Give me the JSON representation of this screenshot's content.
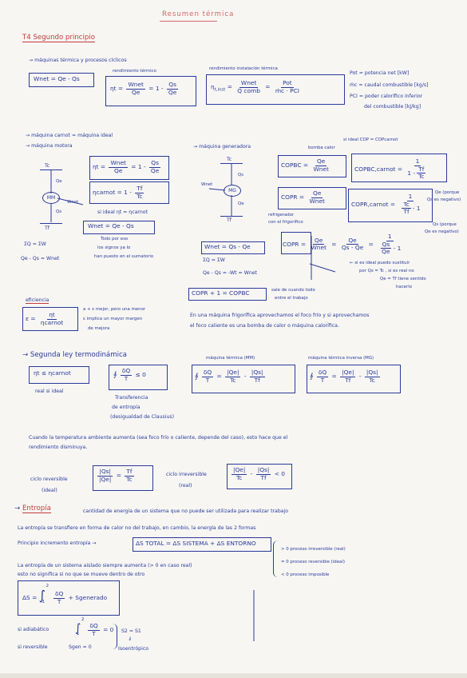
{
  "title": "Resumen térmica",
  "s1": {
    "heading": "T4 Segundo principio",
    "maquinas": "→ máquinas térmica y procesos cíclicos",
    "wnet": "Wnet = Qe - Qs",
    "rend_label": "rendimiento térmico",
    "rend_eq": [
      "ηt =",
      "Wnet",
      "Qe",
      "= 1 -",
      "Qs",
      "Qe"
    ],
    "inst_label": "rendimiento instalación térmica",
    "inst_eq": [
      "η",
      "t,inst",
      "=",
      "Wnet",
      "Q comb",
      "=",
      "Pot",
      "ṁc · PCI"
    ],
    "notes": [
      "Pot = potencia net [kW]",
      "ṁc = caudal combustible [kg/s]",
      "PCI = poder calorífico inferior",
      "del combustible [kJ/kg]"
    ]
  },
  "s2": {
    "carnot": "→ máquina carnot = máquina ideal",
    "motora": "→ máquina motora",
    "tc": "Tc",
    "tf": "Tf",
    "mm": "MM",
    "qe": "Qe",
    "qs": "Qs",
    "wnet": "Wnet",
    "eta_eq": [
      "ηt =",
      "Wnet",
      "Qe",
      "= 1 -",
      "Qs",
      "Qe"
    ],
    "carnot_eq": [
      "ηcarnot = 1 -",
      "Tf",
      "Tc"
    ],
    "ideal": "si ideal ηt = ηcarnot",
    "wbox": "Wnet = Qe - Qs",
    "sum": "ΣQ = ΣW",
    "qeqs": "Qe - Qs = Wnet",
    "note1": "Todo por eso",
    "note2": "los signos ya lo",
    "note3": "han puesto en el sumatorio",
    "generadora": "→ máquina generadora",
    "mg": "MG",
    "bomba": "bomba calor",
    "si_ideal": "si ideal COP = COPcarnot",
    "copbc": [
      "COPBC =",
      "Qe",
      "Wnet"
    ],
    "copbc_c": [
      "COPBC,carnot =",
      "1",
      "1 -",
      "Tf",
      "Tc"
    ],
    "copr": [
      "COPR =",
      "Qe",
      "Wnet"
    ],
    "copr_c": [
      "COPR,carnot =",
      "1",
      "Tc",
      "Tf",
      "- 1"
    ],
    "refrig": "refrigerador",
    "refrig2": "con el frigorífico",
    "porque1": "Qe (porque",
    "porque2": "Qs es negativo)",
    "queque1": "Qs (porque",
    "queque2": "Qe es negativo)",
    "copr2": [
      "COPR =",
      "Qe",
      "Wnet",
      "=",
      "Qe",
      "Qs - Qe",
      "=",
      "1",
      "Qs",
      "Qe",
      "- 1"
    ],
    "wnet2": "Wnet = Qs - Qe",
    "sumq2": "ΣQ = ΣW",
    "qeqs2": "Qe - Qs = -Wt = Wnet",
    "copeq": "COPR + 1 = COPBC",
    "sale1": "sale de cuando todo",
    "sale2": "entre el trabajo",
    "ideal_note1": "← si es ideal puedo sustituir",
    "ideal_note2": "por  Qs = Tc , si es real no",
    "ideal_note3": "Qe = Tf  tiene sentido",
    "ideal_note4": "hacerlo"
  },
  "s3": {
    "ef_label": "eficiencia",
    "ef_eq": [
      "ε =",
      "ηt",
      "ηcarnot"
    ],
    "ef_note1": "a + ε mejor, pero una menor",
    "ef_note2": "ε implica un mayor margen",
    "ef_note3": "de mejora",
    "frig1": "En una máquina frigorífica aprovechamos el foco frío y si aprovechamos",
    "frig2": "el foco caliente es una bomba de calor o máquina calorífica."
  },
  "s4": {
    "heading": "→ Segunda ley termodinámica",
    "eta": "ηt ≤ ηcarnot",
    "real": "real   si ideal",
    "oint": "∮",
    "dq": "δQ",
    "t": "T",
    "le0": "≤ 0",
    "transf1": "Transferencia",
    "transf2": "de entropía",
    "transf3": "(desigualdad de Clausius)",
    "mt_label": "máquina térmica (MM)",
    "mt_eq": [
      "∮",
      "δQ",
      "T",
      "=",
      "|Qe|",
      "Tc",
      "-",
      "|Qs|",
      "Tf"
    ],
    "mg_label": "máquina térmica inversa (MG)",
    "mg_eq": [
      "∮",
      "δQ",
      "T",
      "=",
      "|Qe|",
      "Tf",
      "-",
      "|Qs|",
      "Tc"
    ]
  },
  "s5": {
    "amb1": "Cuando la temperatura ambiente aumenta (sea foco frío o caliente, depende del caso), esto hace que el",
    "amb2": "rendimiento disminuya.",
    "rev": "ciclo reversible",
    "ideal": "(ideal)",
    "rev_eq": [
      "|Qs|",
      "|Qe|",
      "=",
      "Tf",
      "Tc"
    ],
    "irr": "ciclo irreversible",
    "realp": "(real)",
    "irr_eq": [
      "|Qe|",
      "Tc",
      "-",
      "|Qs|",
      "Tf",
      "< 0"
    ]
  },
  "s6": {
    "entropia": "Entropía",
    "def": "cantidad de energía de un sistema que no puede ser utilizada para realizar trabajo",
    "line2": "La entropía se transfiere en forma de calor no del trabajo, en cambio, la energía de las 2 formas",
    "principio": "Principio incremento entropía →",
    "eq": "ΔS TOTAL = ΔS SISTEMA + ΔS ENTORNO",
    "gt0": "> 0  proceso irreversible (real)",
    "eq0": "= 0  proceso reversible (ideal)",
    "lt0": "< 0  proceso imposible",
    "line3": "La entropía de un sistema aislado siempre aumenta (> 0 en caso real)",
    "line4": "esto no significa si no que se mueve dentro de otro",
    "ds": "ΔS =",
    "int": "∫",
    "lim_up": "2",
    "lim_lo": "1",
    "sgen": "+ Sgenerado",
    "adiab": "si adiabático",
    "rev": "si reversible",
    "sgen0": "Sgen = 0",
    "eq0b": "= 0",
    "s2s1": "S2 = S1",
    "arrow": "⇓",
    "iso": "Isoentrópico"
  }
}
